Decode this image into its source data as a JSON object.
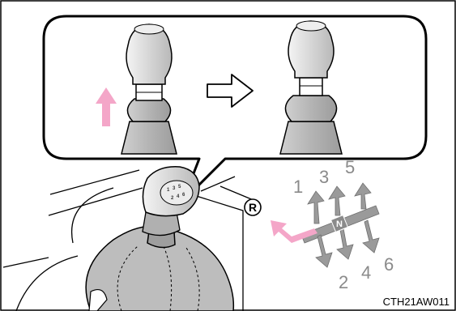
{
  "figure_code": "CTH21AW011",
  "shift_pattern": {
    "reverse_label": "R",
    "neutral_label": "N",
    "gears_top": [
      "1",
      "3",
      "5"
    ],
    "gears_bottom": [
      "2",
      "4",
      "6"
    ]
  },
  "knob_pattern_mini": [
    "1",
    "3",
    "5",
    "2",
    "4",
    "6"
  ],
  "colors": {
    "highlight_arrow": "#f4a6c8",
    "knob_gray": "#dcdcdc",
    "boot_gray": "#bdbdbd",
    "line": "#000000",
    "gear_gray": "#8a8a8a"
  }
}
